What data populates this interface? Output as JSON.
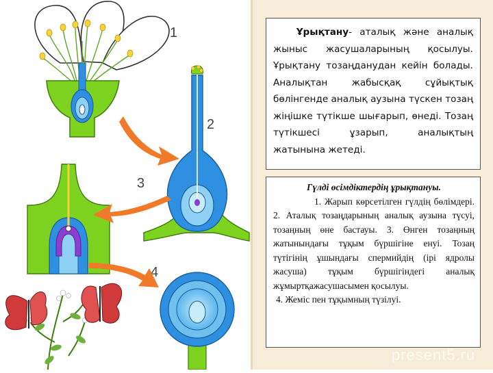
{
  "diagram": {
    "step_labels": [
      "1",
      "2",
      "3",
      "4"
    ]
  },
  "box1": {
    "lead": "Ұрықтану",
    "body": "- аталық және аналық жыныс жасушаларының қосылуы. Ұрықтану тозаңданудан кейін болады. Аналықтан жабысқақ сұйықтық бөлінгенде аналық аузына түскен тозаң жіңішке түтікше шығарып, өнеді. Тозаң түтікшесі ұзарып, аналықтың жатынына жетеді."
  },
  "box2": {
    "title": "Гүлді өсімдіктердің ұрықтануы.",
    "para1": "1. Жарып көрсетілген гүлдің бөлімдері. 2. Аталық тозаңдарының аналық аузына түсуі, тозаңның өне бастауы. 3. Өнген тозаңның жатынындағы тұқым бүршігіне енуі. Тозаң түтігінің ұшындағы спермийдің (ірі ядролы жасуша) тұқым бүршігіндегі аналық жұмыртқажасушасымен қосылуы.",
    "para2": "4. Жеміс пен тұқымның түзілуі."
  },
  "watermark": "present5.ru",
  "colors": {
    "green": "#7ed321",
    "blue": "#2f8fe0",
    "light_blue": "#8fd0f5",
    "purple": "#8a3fd0",
    "arrow": "#f07a2a",
    "butterfly": "#d03a3a"
  }
}
